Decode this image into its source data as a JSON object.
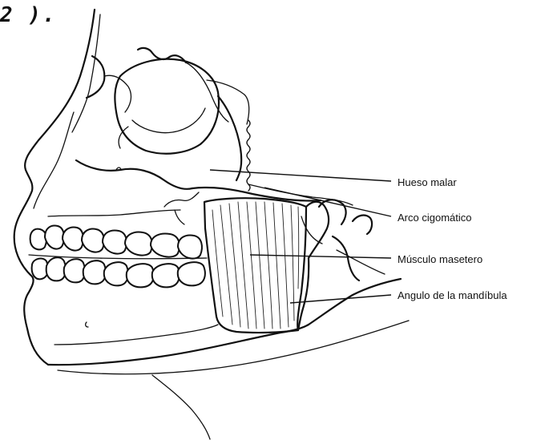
{
  "page_ref": "2 ).",
  "labels": {
    "hueso_malar": "Hueso malar",
    "arco_cigomatico": "Arco cigomático",
    "musculo_masetero": "Músculo masetero",
    "angulo_mandibula": "Angulo de la mandíbula"
  },
  "colors": {
    "ink": "#111111",
    "paper": "#ffffff"
  }
}
